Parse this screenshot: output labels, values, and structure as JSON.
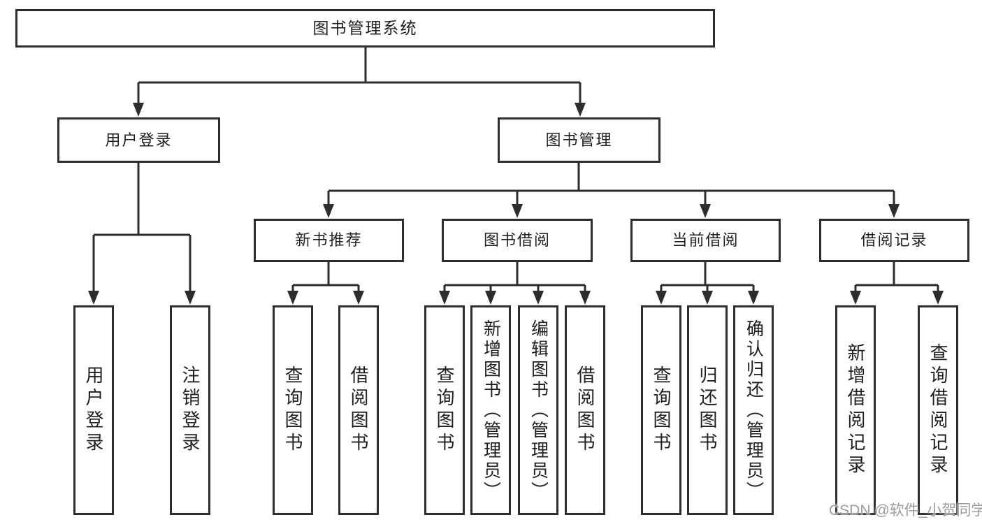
{
  "diagram": {
    "title": "图书管理系统",
    "tree": {
      "root": {
        "label": "图书管理系统",
        "children": [
          {
            "label": "用户登录",
            "children": [
              {
                "label": "用户登录"
              },
              {
                "label": "注销登录"
              }
            ]
          },
          {
            "label": "图书管理",
            "children": [
              {
                "label": "新书推荐",
                "children": [
                  {
                    "label": "查询图书"
                  },
                  {
                    "label": "借阅图书"
                  }
                ]
              },
              {
                "label": "图书借阅",
                "children": [
                  {
                    "label": "查询图书"
                  },
                  {
                    "label": "新增图书（管理员）"
                  },
                  {
                    "label": "编辑图书（管理员）"
                  },
                  {
                    "label": "借阅图书"
                  }
                ]
              },
              {
                "label": "当前借阅",
                "children": [
                  {
                    "label": "查询图书"
                  },
                  {
                    "label": "归还图书"
                  },
                  {
                    "label": "确认归还（管理员）"
                  }
                ]
              },
              {
                "label": "借阅记录",
                "children": [
                  {
                    "label": "新增借阅记录"
                  },
                  {
                    "label": "查询借阅记录"
                  }
                ]
              }
            ]
          }
        ]
      }
    },
    "colors": {
      "line": "#2d2d2d",
      "border": "#2d2d2d",
      "text": "#1f1f1f",
      "background": "#ffffff",
      "watermark_text": "#9b9b9b"
    }
  },
  "watermark": {
    "text": "CSDN @软件_小贺同学"
  }
}
